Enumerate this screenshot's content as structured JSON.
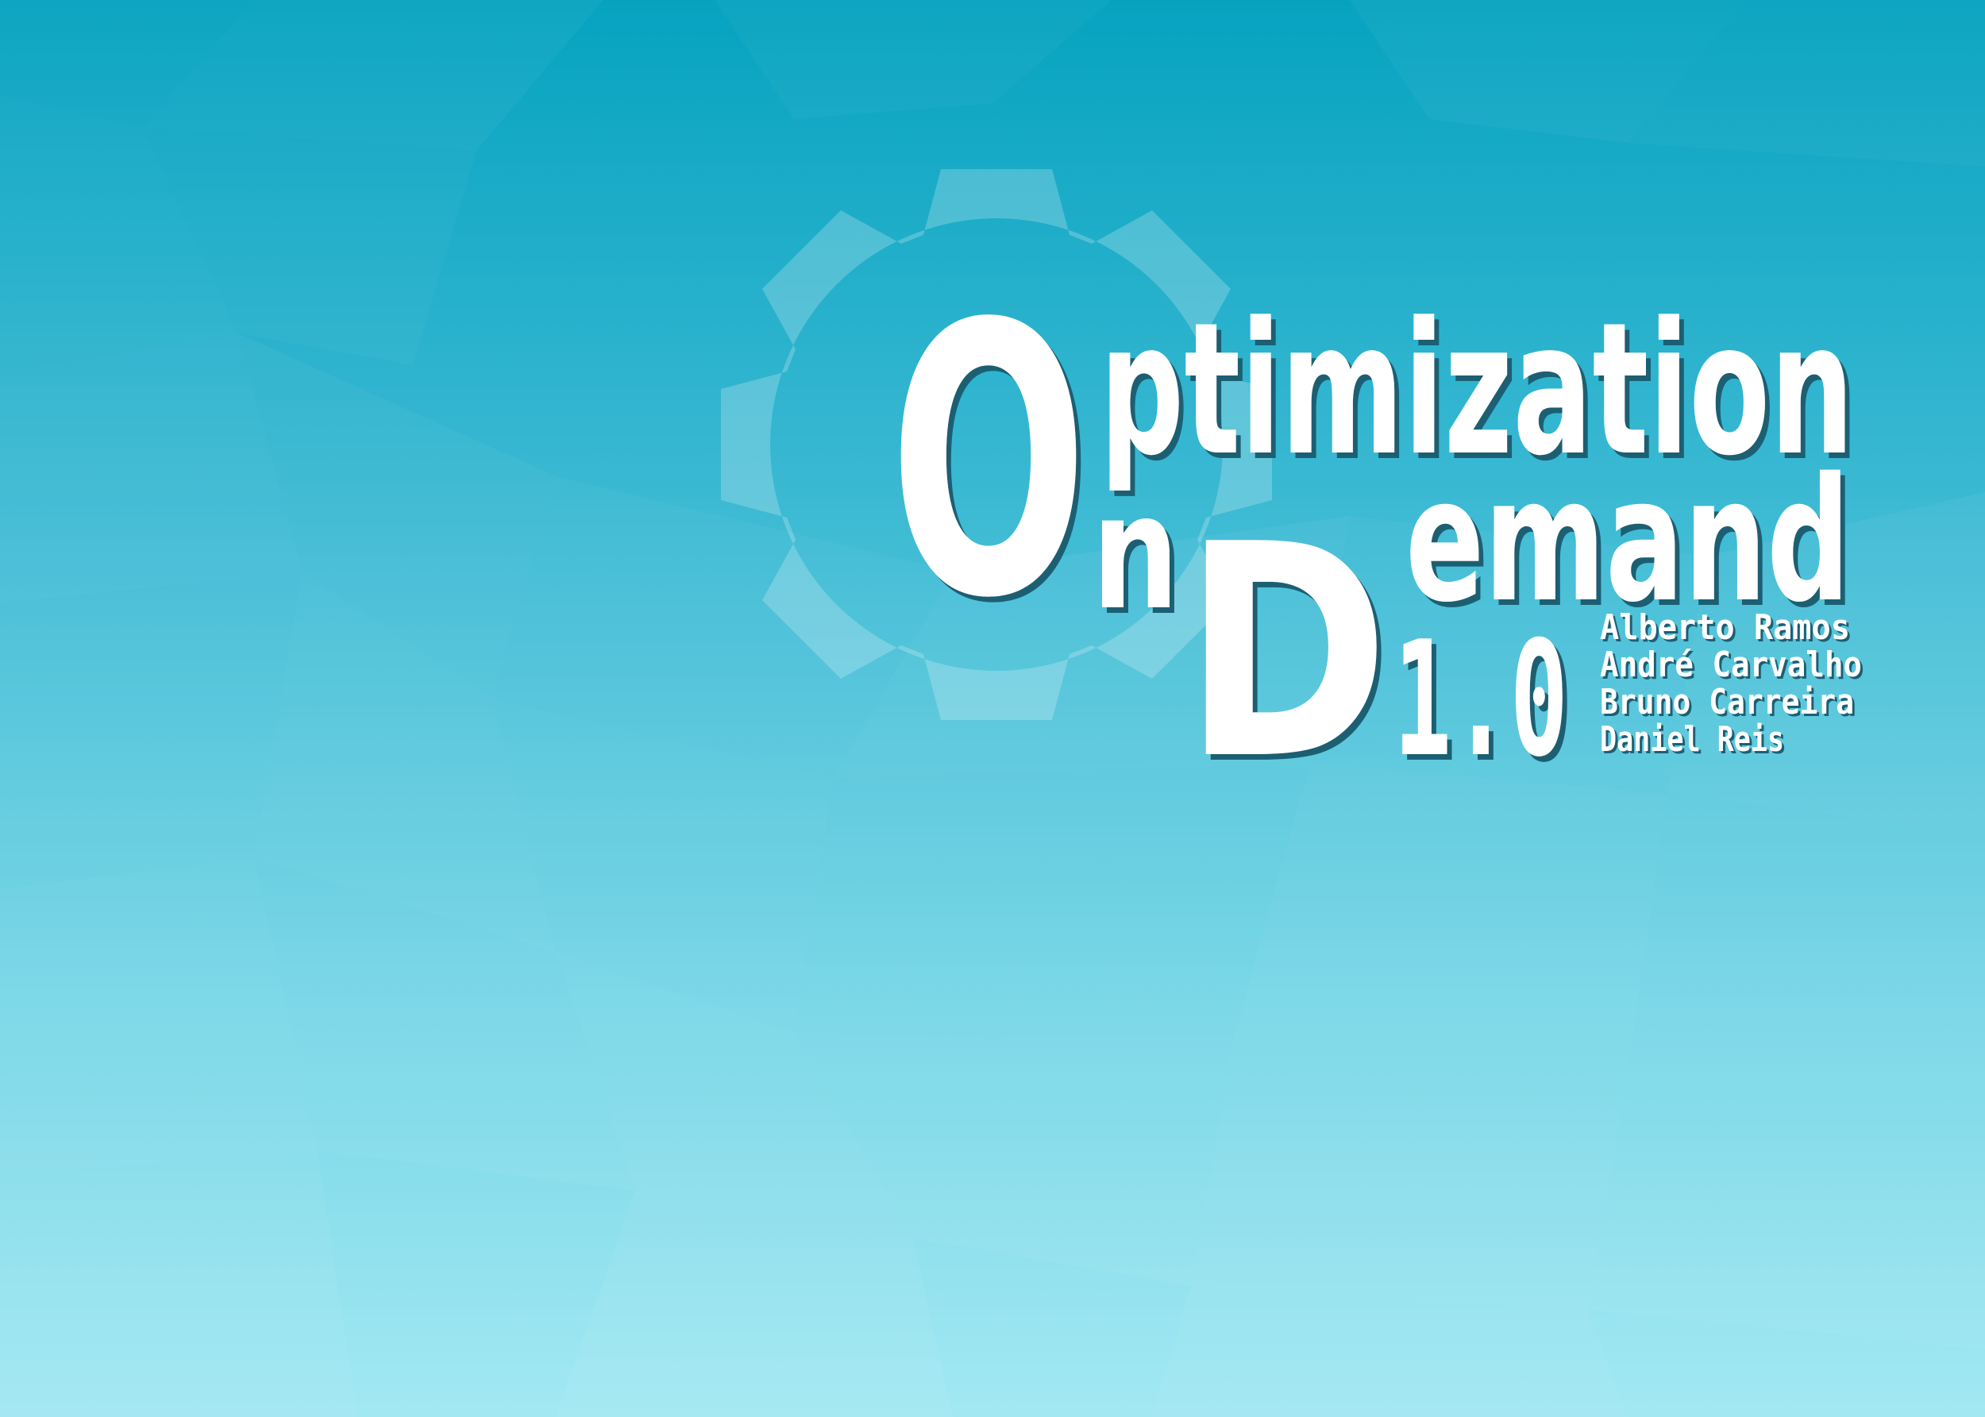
{
  "logo": {
    "word_optimization_big_letter": "O",
    "word_optimization_rest": "ptimization",
    "word_on_letter": "n",
    "word_demand_big_letter": "D",
    "word_demand_rest": "emand",
    "version": "1.0"
  },
  "authors": [
    "Alberto Ramos",
    "André Carvalho",
    "Bruno Carreira",
    "Daniel Reis"
  ],
  "colors": {
    "background_top": "#06a3c0",
    "background_bottom": "#9ee6f2",
    "text": "#ffffff",
    "text_shadow": "#1b5f73",
    "gear": "#ffffff"
  },
  "icons": {
    "gear": "gear-icon"
  }
}
